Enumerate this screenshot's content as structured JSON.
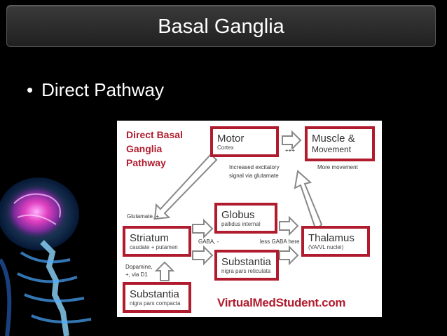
{
  "slide": {
    "title": "Basal Ganglia",
    "bullet": "Direct Pathway"
  },
  "diagram": {
    "title_lines": [
      "Direct Basal",
      "Ganglia",
      "Pathway"
    ],
    "boxes": {
      "motor": {
        "main": "Motor",
        "sub": "Cortex"
      },
      "muscle": {
        "main": "Muscle &",
        "sub": "Movement"
      },
      "globus": {
        "main": "Globus",
        "sub": "pallidus internal"
      },
      "striatum": {
        "main": "Striatum",
        "sub": "caudate + putamen"
      },
      "thalamus": {
        "main": "Thalamus",
        "sub": "(VA/VL nuclei)"
      },
      "substantia_r": {
        "main": "Substantia",
        "sub": "nigra pars reticulata"
      },
      "substantia_c": {
        "main": "Substantia",
        "sub": "nigra pars compacta"
      }
    },
    "labels": {
      "plus3": "+++",
      "more_movement": "More movement",
      "increased_1": "Increased excitatory",
      "increased_2": "signal via glutamate",
      "glutamate": "Glutamate, +",
      "gaba": "GABA, -",
      "less_gaba": "less GABA here",
      "dopamine_1": "Dopamine,",
      "dopamine_2": "+, via D1"
    },
    "brand": "VirtualMedStudent.com",
    "colors": {
      "accent": "#b01c2e",
      "arrow": "#888888"
    }
  }
}
